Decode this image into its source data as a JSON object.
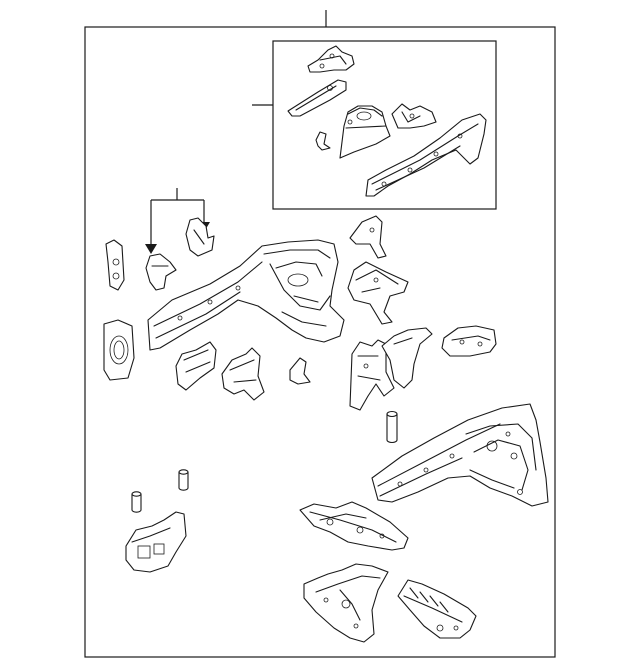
{
  "diagram": {
    "stroke_color": "#1a1a1a",
    "background_color": "#ffffff",
    "parts": [
      "upper-bracket",
      "upper-rail-strip",
      "small-clip",
      "shock-tower-mount",
      "gusset-bracket",
      "upper-apron-rail",
      "front-side-bracket",
      "support-bracket-pair",
      "front-frame-rail-assembly",
      "corner-bracket",
      "angled-bracket",
      "flange-plate",
      "small-bracket-a",
      "small-bracket-b",
      "small-tab",
      "tall-bracket",
      "side-panel-bracket",
      "spacer-pin-right",
      "wheelhouse-apron-panel",
      "spacer-pin-left-tall",
      "spacer-pin-left-short",
      "lower-channel-bracket",
      "lower-floor-pan",
      "lower-wheel-housing",
      "lower-rail-extension"
    ]
  }
}
